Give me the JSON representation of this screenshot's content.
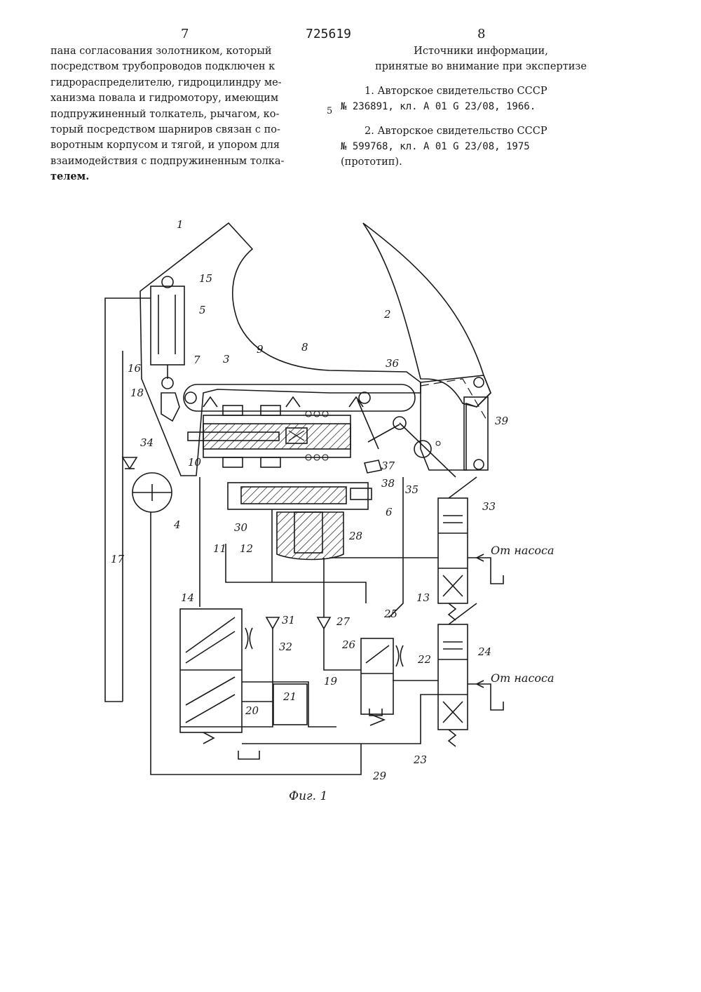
{
  "header": {
    "page_left": "7",
    "patent_number": "725619",
    "page_right": "8"
  },
  "left_column": {
    "lines": [
      "пана согласования золотником, который",
      "посредством трубопроводов подключен к",
      "гидрораспределителю, гидроцилиндру ме-",
      "ханизма повала и гидромотору, имеющим",
      "подпружиненный толкатель, рычагом, ко-",
      "торый посредством шарниров связан с по-",
      "воротным корпусом и тягой, и упором для",
      "взаимодействия с подпружиненным толка-",
      "телем."
    ]
  },
  "right_column": {
    "heading_1": "Источники информации,",
    "heading_2": "принятые во внимание при экспертизе",
    "line_number": "5",
    "ref1_line1": "1. Авторское свидетельство СССР",
    "ref1_line2": "№ 236891, кл. А 01 G 23/08, 1966.",
    "ref2_line1": "2. Авторское свидетельство СССР",
    "ref2_line2": "№ 599768, кл. А 01 G 23/08, 1975",
    "ref2_line3": "(прототип)."
  },
  "figure": {
    "caption": "Фиг. 1",
    "pump_label_top": "От насоса",
    "pump_label_bottom": "От насоса",
    "part_numbers": [
      "1",
      "2",
      "3",
      "4",
      "5",
      "6",
      "7",
      "8",
      "9",
      "10",
      "11",
      "12",
      "13",
      "14",
      "15",
      "16",
      "17",
      "18",
      "19",
      "20",
      "21",
      "22",
      "23",
      "24",
      "25",
      "26",
      "27",
      "28",
      "29",
      "30",
      "31",
      "32",
      "33",
      "34",
      "35",
      "36",
      "37",
      "38",
      "39"
    ]
  }
}
